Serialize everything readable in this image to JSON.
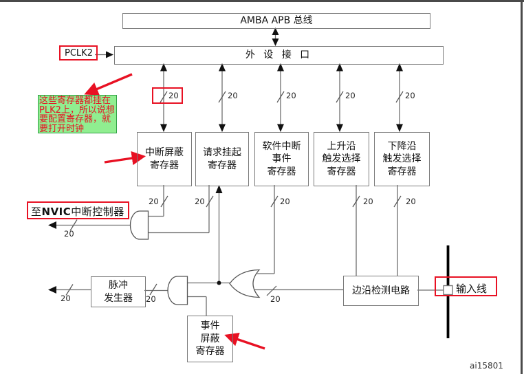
{
  "figure": {
    "amba_bus": "AMBA APB 总线",
    "periph_if": "外 设 接 口",
    "pclk2": "PCLK2",
    "bus_width": "20",
    "note": {
      "lines": [
        "这些寄存器都挂在",
        "PLK2上，所以说想",
        "要配置寄存器，就",
        "要打开时钟"
      ]
    },
    "registers": {
      "imr": {
        "l1": "中断屏蔽",
        "l2": "寄存器"
      },
      "pr": {
        "l1": "请求挂起",
        "l2": "寄存器"
      },
      "swier": {
        "l1": "软件中断",
        "l2": "事件",
        "l3": "寄存器"
      },
      "rtsr": {
        "l1": "上升沿",
        "l2": "触发选择",
        "l3": "寄存器"
      },
      "ftsr": {
        "l1": "下降沿",
        "l2": "触发选择",
        "l3": "寄存器"
      },
      "emr": {
        "l1": "事件",
        "l2": "屏蔽",
        "l3": "寄存器"
      }
    },
    "to_nvic": {
      "prefix": "至",
      "bold": "NVIC",
      "suffix": "中断控制器"
    },
    "pulse_gen": {
      "l1": "脉冲",
      "l2": "发生器"
    },
    "edge_detect": "边沿检测电路",
    "input_line": "输入线",
    "figure_id": "ai15801"
  },
  "colors": {
    "annotation_red": "#e81123",
    "note_background": "#90ee90",
    "note_border": "#2f9e44",
    "diagram_line": "#6e6e6e",
    "box_border": "#7a7a7a"
  }
}
